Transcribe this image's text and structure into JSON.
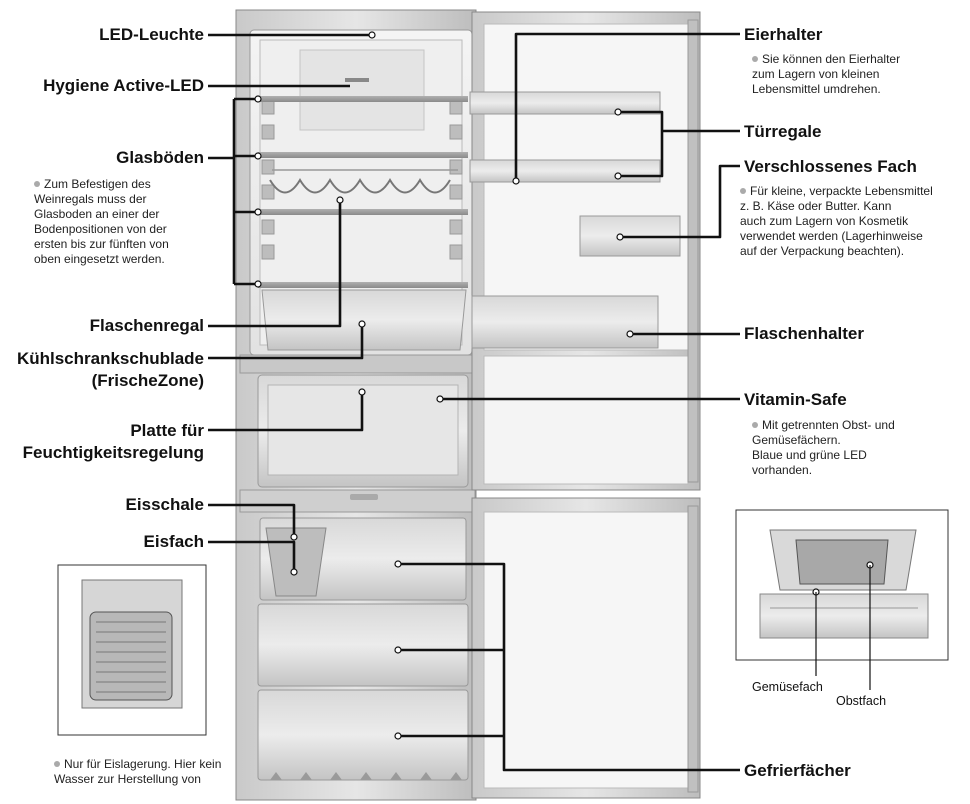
{
  "labels": {
    "led_leuchte": "LED-Leuchte",
    "hygiene_led": "Hygiene Active-LED",
    "glasboeden": "Glasböden",
    "glasboeden_note": "Zum Befestigen des\nWeinregals muss der\nGlasboden an einer der\nBodenpositionen von der\nersten bis zur fünften von\noben eingesetzt werden.",
    "flaschenregal": "Flaschenregal",
    "kuehlschrankschublade_1": "Kühlschrankschublade",
    "kuehlschrankschublade_2": "(FrischeZone)",
    "platte_1": "Platte für",
    "platte_2": "Feuchtigkeitsregelung",
    "eisschale": "Eisschale",
    "eisfach": "Eisfach",
    "eisfach_note": "Nur für Eislagerung. Hier kein\nWasser zur Herstellung von",
    "eierhalter": "Eierhalter",
    "eierhalter_note": "Sie können den Eierhalter\nzum Lagern von kleinen\nLebensmittel umdrehen.",
    "tuerregale": "Türregale",
    "verschlossenes_fach": "Verschlossenes Fach",
    "verschlossenes_fach_note": "Für kleine, verpackte Lebensmittel\nz. B. Käse oder Butter. Kann\nauch zum Lagern von Kosmetik\nverwendet werden (Lagerhinweise\nauf der Verpackung beachten).",
    "flaschenhalter": "Flaschenhalter",
    "vitamin_safe": "Vitamin-Safe",
    "vitamin_safe_note": "Mit getrennten Obst- und\nGemüsefächern.\nBlaue und grüne LED\nvorhanden.",
    "gemuesefach": "Gemüsefach",
    "obstfach": "Obstfach",
    "gefrierfaecher": "Gefrierfächer"
  },
  "colors": {
    "line": "#111111",
    "metal_light": "#e4e4e4",
    "metal_dark": "#9a9a9a",
    "bullet": "#aaaaaa"
  }
}
